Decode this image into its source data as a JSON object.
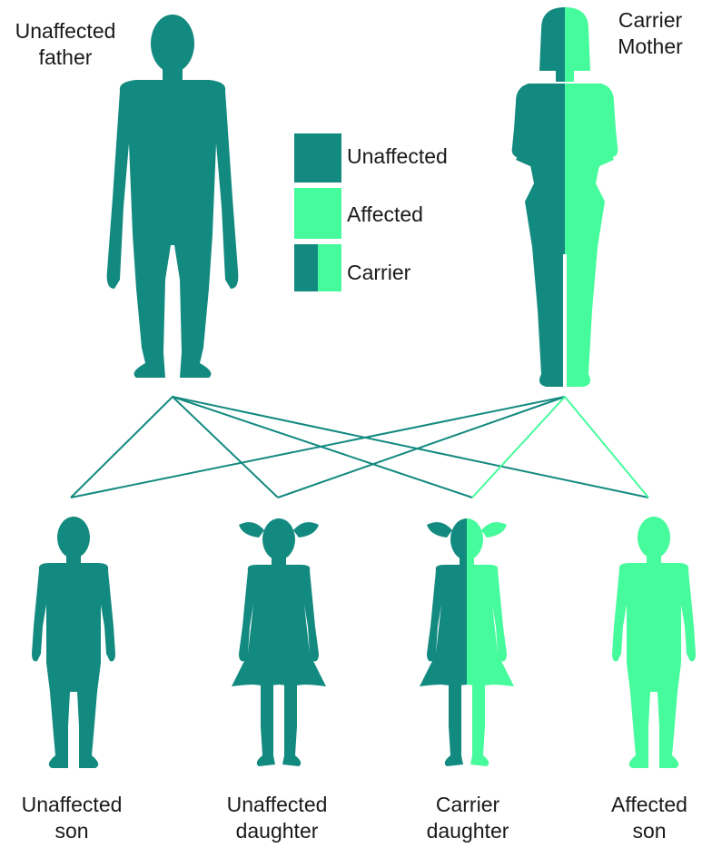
{
  "colors": {
    "unaffected": "#138a80",
    "affected": "#46fb9b"
  },
  "parents": {
    "father": {
      "line1": "Unaffected",
      "line2": "father"
    },
    "mother": {
      "line1": "Carrier",
      "line2": "Mother"
    }
  },
  "legend": {
    "unaffected": "Unaffected",
    "affected": "Affected",
    "carrier": "Carrier"
  },
  "children": [
    {
      "line1": "Unaffected",
      "line2": "son"
    },
    {
      "line1": "Unaffected",
      "line2": "daughter"
    },
    {
      "line1": "Carrier",
      "line2": "daughter"
    },
    {
      "line1": "Affected",
      "line2": "son"
    }
  ]
}
